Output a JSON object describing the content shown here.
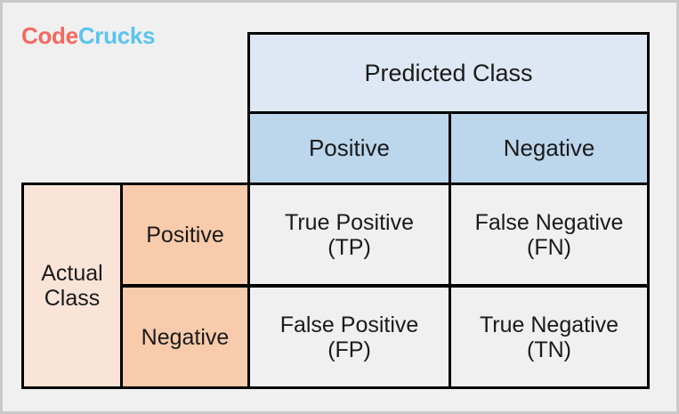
{
  "logo": {
    "text_primary": "Code",
    "text_secondary": "Crucks",
    "color_primary": "#f4685e",
    "color_secondary": "#5bc4ef"
  },
  "matrix": {
    "predicted_header": "Predicted Class",
    "actual_header_line1": "Actual",
    "actual_header_line2": "Class",
    "predicted_columns": [
      {
        "label": "Positive"
      },
      {
        "label": "Negative"
      }
    ],
    "actual_rows": [
      {
        "label": "Positive"
      },
      {
        "label": "Negative"
      }
    ],
    "cells": {
      "tp": {
        "name_line": "True Positive",
        "abbr_line": "(TP)"
      },
      "fn": {
        "name_line": "False Negative",
        "abbr_line": "(FN)"
      },
      "fp": {
        "name_line": "False Positive",
        "abbr_line": "(FP)"
      },
      "tn": {
        "name_line": "True Negative",
        "abbr_line": "(TN)"
      }
    }
  },
  "colors": {
    "header_blue_light": "#dee8f4",
    "header_blue_medium": "#bcd6ec",
    "actual_peach_light": "#fae4d8",
    "actual_peach_medium": "#f7cbab",
    "cell_background": "#f0f0f0",
    "border": "#000000",
    "page_background": "#f0f0f0",
    "page_frame": "#c9c9c9"
  }
}
